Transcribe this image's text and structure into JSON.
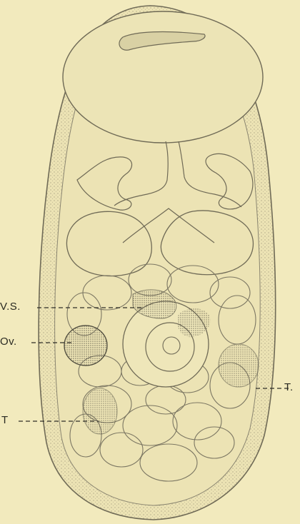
{
  "figure": {
    "labels": {
      "vs": "V.S.",
      "ov": "Ov.",
      "t_left": "T",
      "t_right": "T."
    }
  },
  "colors": {
    "background": "#f2eabd",
    "outline": "#6f6a56",
    "stipple": "#8f8a73",
    "dark_tissue": "#5e5b4b"
  }
}
